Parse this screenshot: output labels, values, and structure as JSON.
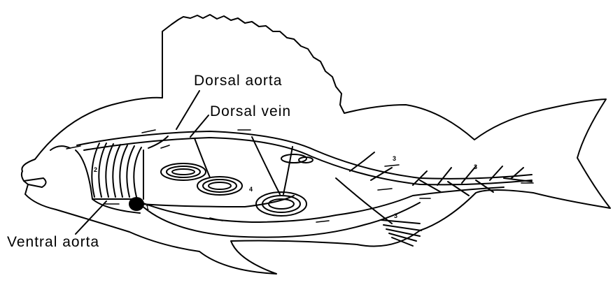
{
  "labels": {
    "dorsal_aorta": "Dorsal aorta",
    "dorsal_vein": "Dorsal vein",
    "ventral_aorta": "Ventral aorta"
  },
  "markers": {
    "m1": "1",
    "m2": "2",
    "m3a": "3",
    "m3b": "3",
    "m3c": "3",
    "m4": "4"
  },
  "colors": {
    "ink": "#000000",
    "paper": "#ffffff"
  }
}
